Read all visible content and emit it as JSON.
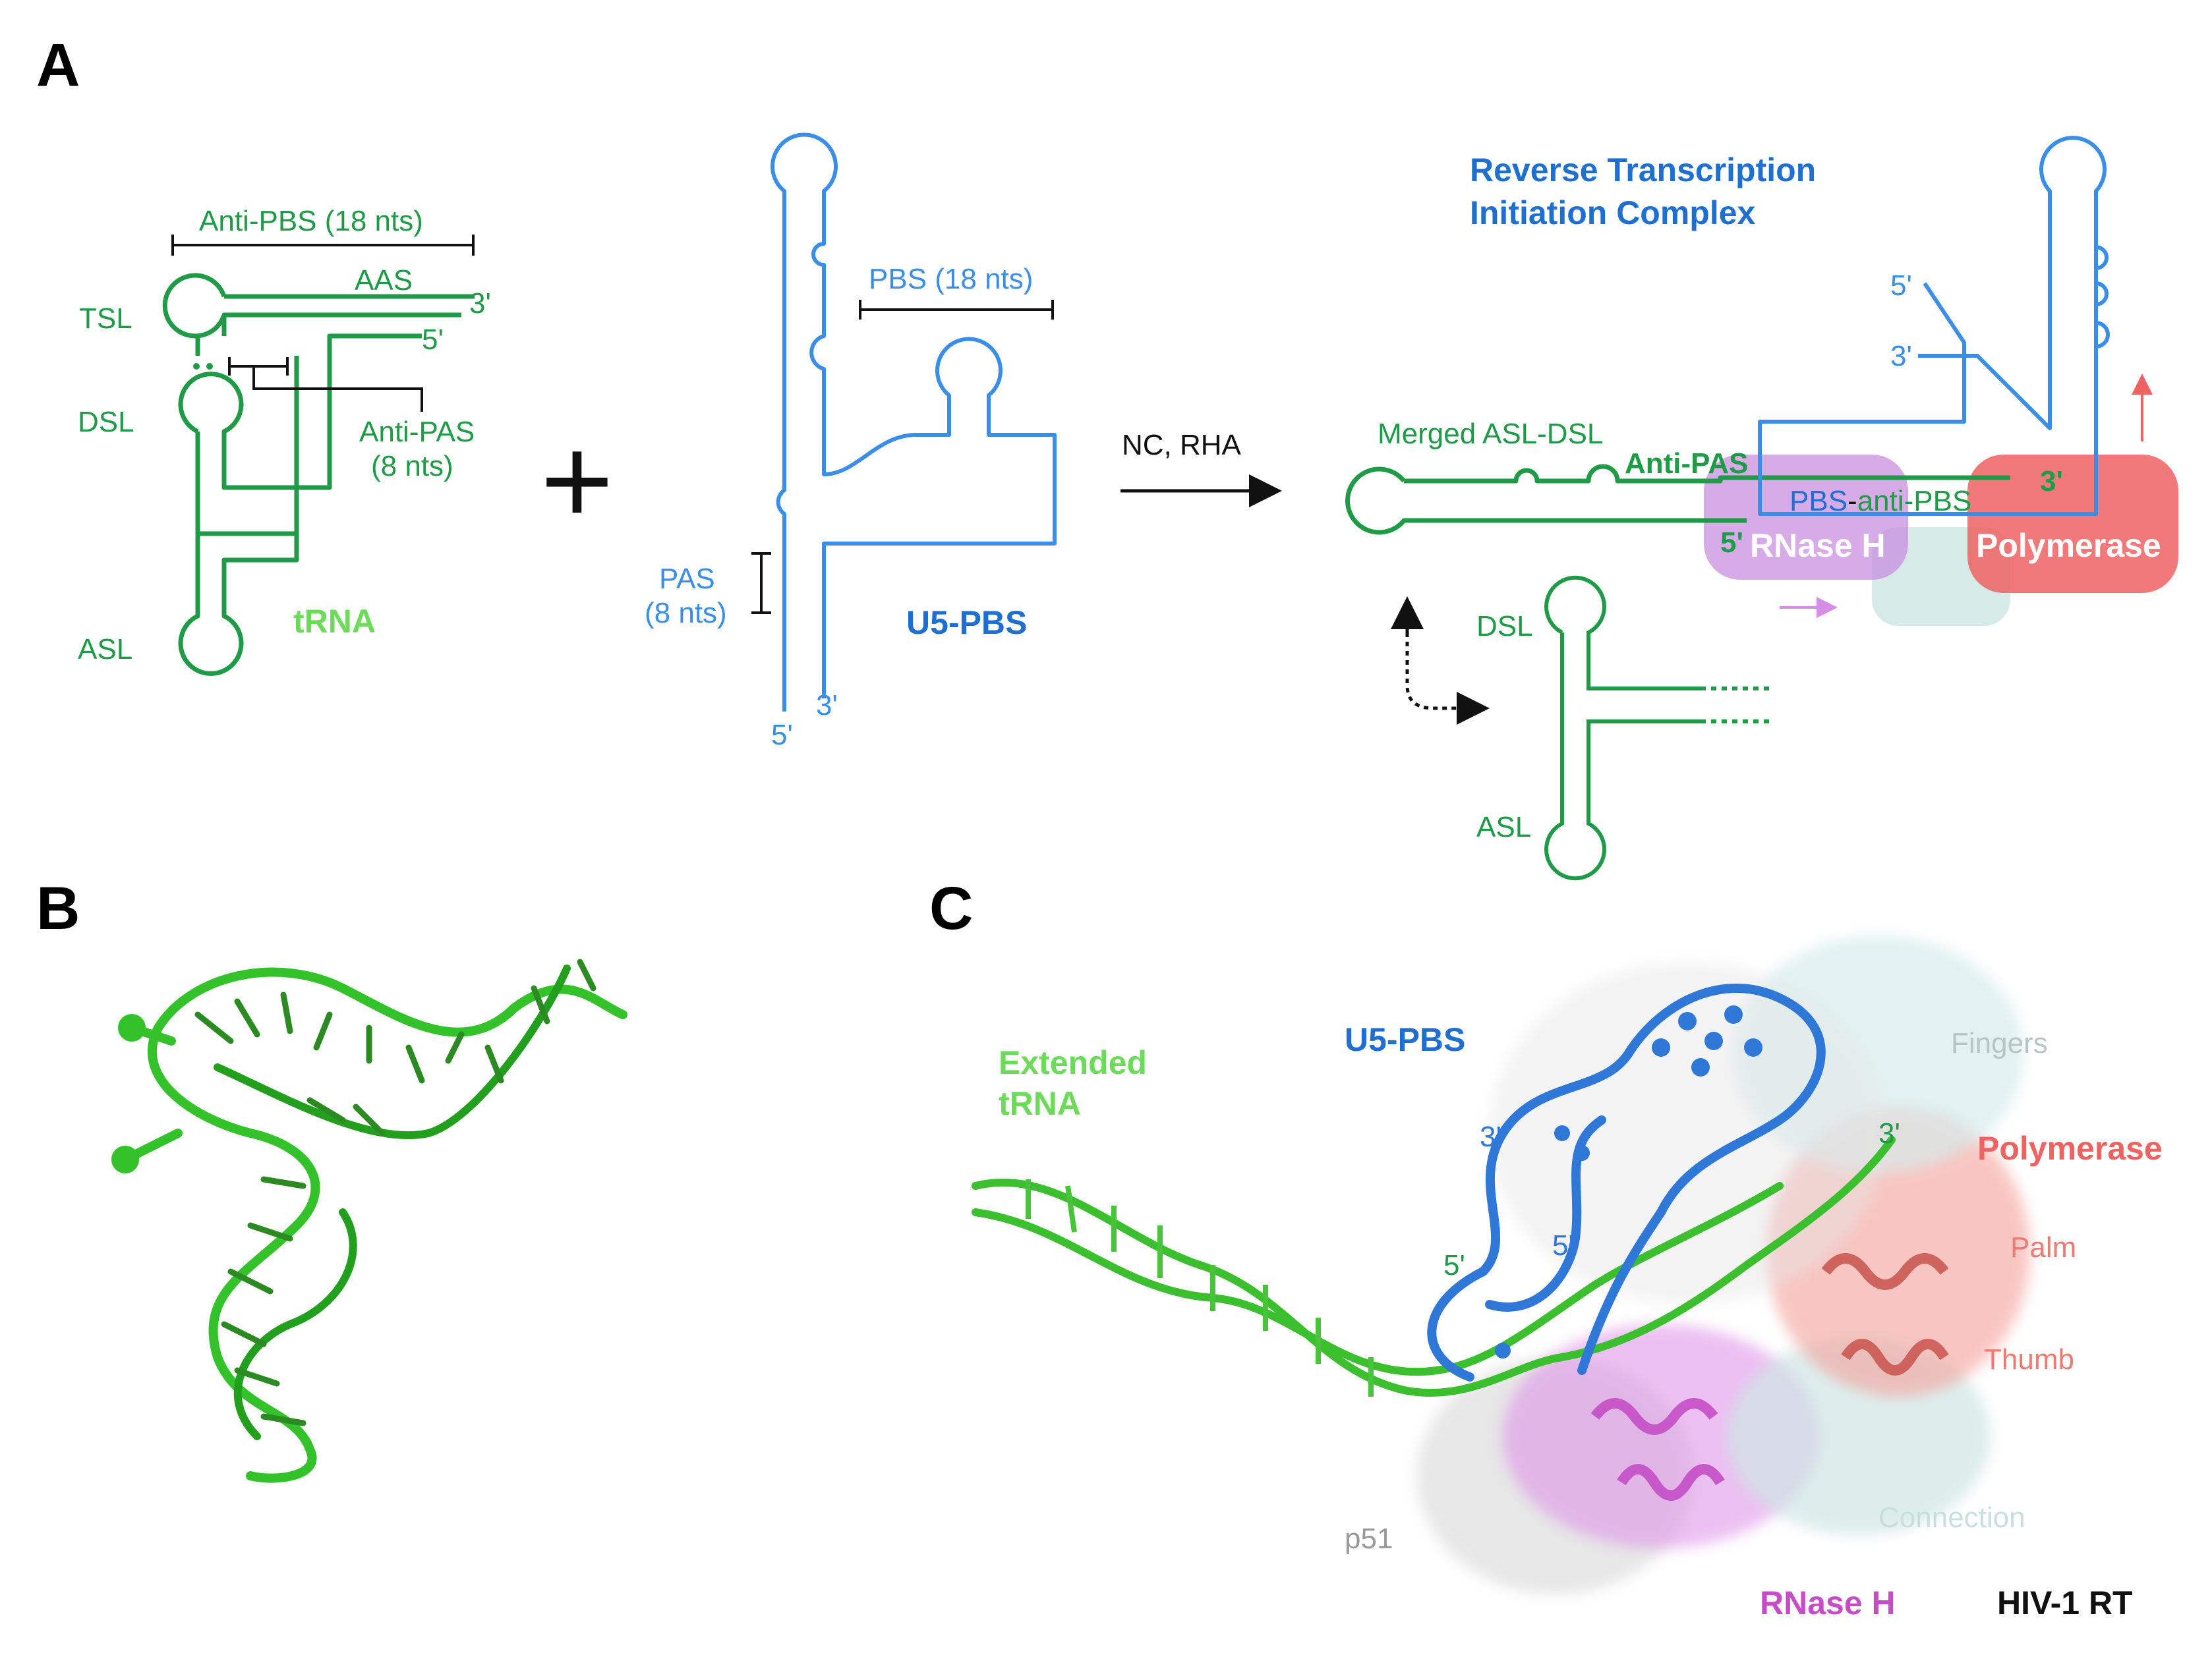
{
  "panels": {
    "a": "A",
    "b": "B",
    "c": "C"
  },
  "colors": {
    "trna_green": "#1f9a47",
    "u5pbs_blue": "#3b8ee6",
    "rt_title_blue": "#1f6fd1",
    "rnase_purple": "#c88fe0",
    "polymerase_red": "#ee6262",
    "connection_teal": "#cfe6e4",
    "structure_green": "#3bbf2f"
  },
  "panel_a": {
    "trna": {
      "anti_pbs": "Anti-PBS (18 nts)",
      "aas": "AAS",
      "three_prime": "3'",
      "five_prime": "5'",
      "tsl": "TSL",
      "dsl": "DSL",
      "asl": "ASL",
      "anti_pas_1": "Anti-PAS",
      "anti_pas_2": "(8 nts)",
      "name": "tRNA"
    },
    "plus": "+",
    "u5pbs": {
      "pbs": "PBS (18 nts)",
      "pas_1": "PAS",
      "pas_2": "(8 nts)",
      "five_prime": "5'",
      "three_prime": "3'",
      "name": "U5-PBS"
    },
    "arrow_label": "NC, RHA",
    "complex": {
      "title_1": "Reverse Transcription",
      "title_2": "Initiation Complex",
      "merged": "Merged ASL-DSL",
      "anti_pas": "Anti-PAS",
      "pbs": "PBS",
      "dash": "-",
      "anti_pbs": "anti-PBS",
      "three_prime_green": "3'",
      "five_prime_green": "5'",
      "five_prime_blue": "5'",
      "three_prime_blue": "3'",
      "rnase_h": "RNase H",
      "polymerase": "Polymerase",
      "dsl": "DSL",
      "asl": "ASL"
    }
  },
  "panel_c": {
    "extended_1": "Extended",
    "extended_2": "tRNA",
    "u5pbs": "U5-PBS",
    "fingers": "Fingers",
    "polymerase": "Polymerase",
    "palm": "Palm",
    "thumb": "Thumb",
    "connection": "Connection",
    "p51": "p51",
    "rnase_h": "RNase H",
    "hiv": "HIV-1 RT",
    "three_prime_blue": "3'",
    "three_prime_green": "3'",
    "five_prime_blue": "5'",
    "five_prime_green": "5'"
  }
}
